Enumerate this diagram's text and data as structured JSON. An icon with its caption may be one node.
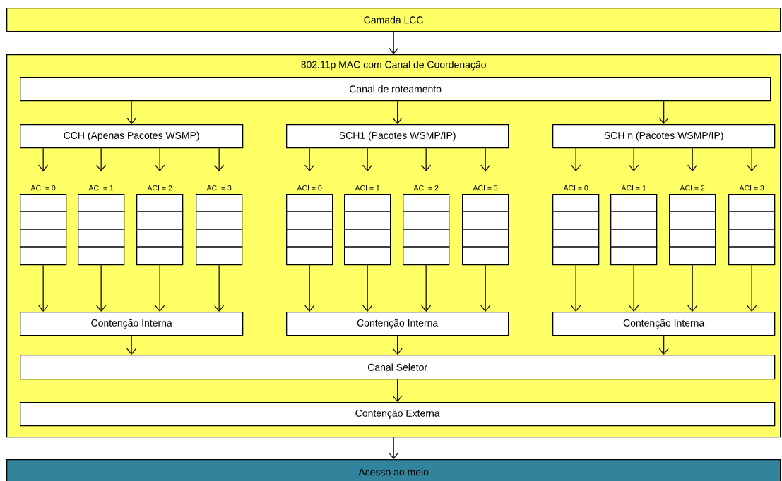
{
  "diagram": {
    "nodes": [
      {
        "text": [
          "Camada LCC"
        ]
      },
      {
        "text": [
          "802.11p MAC com Canal de Coordenação"
        ]
      },
      {
        "text": [
          "Canal de roteamento"
        ],
        "in": 1
      },
      {
        "text": [
          "CCH (Apenas Pacotes WSMP)"
        ],
        "in": 1
      },
      {
        "text": [
          "SCH1 (Pacotes WSMP/IP)"
        ],
        "in": 1
      },
      {
        "text": [
          "SCH n (Pacotes WSMP/IP)"
        ],
        "in": 1
      },
      {
        "text": [],
        "shape": "box",
        "beside": [
          "ACI = 0"
        ],
        "in": 1
      },
      {
        "text": [],
        "shape": "box",
        "beside": [
          "ACI = 1"
        ],
        "in": 1
      },
      {
        "text": [],
        "shape": "box",
        "beside": [
          "ACI = 2"
        ],
        "in": 1
      },
      {
        "text": [],
        "shape": "box",
        "beside": [
          "ACI = 3"
        ],
        "in": 1
      },
      {
        "text": [],
        "shape": "box",
        "beside": [
          "ACI = 0"
        ],
        "in": 1
      },
      {
        "text": [],
        "shape": "box",
        "beside": [
          "ACI = 1"
        ],
        "in": 1
      },
      {
        "text": [],
        "shape": "box",
        "beside": [
          "ACI = 2"
        ],
        "in": 1
      },
      {
        "text": [],
        "shape": "box",
        "beside": [
          "ACI = 3"
        ],
        "in": 1
      },
      {
        "text": [],
        "shape": "box",
        "beside": [
          "ACI = 0"
        ],
        "in": 1
      },
      {
        "text": [],
        "shape": "box",
        "beside": [
          "ACI = 1"
        ],
        "in": 1
      },
      {
        "text": [],
        "shape": "box",
        "beside": [
          "ACI = 2"
        ],
        "in": 1
      },
      {
        "text": [],
        "shape": "box",
        "beside": [
          "ACI = 3"
        ],
        "in": 1
      },
      {
        "text": [
          "Contenção Interna"
        ],
        "in": 1
      },
      {
        "text": [
          "Contenção Interna"
        ],
        "in": 1
      },
      {
        "text": [
          "Contenção Interna"
        ],
        "in": 1
      },
      {
        "text": [
          "Canal Seletor"
        ],
        "in": 1
      },
      {
        "text": [
          "Contenção Externa"
        ],
        "in": 1
      },
      {
        "text": [
          "Acesso ao meio"
        ]
      }
    ],
    "edges": [
      {
        "from": 0,
        "to": 1,
        "arrow": "to"
      },
      {
        "from": 2,
        "to": 3,
        "arrow": "to"
      },
      {
        "from": 2,
        "to": 4,
        "arrow": "to"
      },
      {
        "from": 2,
        "to": 5,
        "arrow": "to"
      },
      {
        "from": 3,
        "to": 6,
        "arrow": "to"
      },
      {
        "from": 3,
        "to": 7,
        "arrow": "to"
      },
      {
        "from": 3,
        "to": 8,
        "arrow": "to"
      },
      {
        "from": 3,
        "to": 9,
        "arrow": "to"
      },
      {
        "from": 4,
        "to": 10,
        "arrow": "to"
      },
      {
        "from": 4,
        "to": 11,
        "arrow": "to"
      },
      {
        "from": 4,
        "to": 12,
        "arrow": "to"
      },
      {
        "from": 4,
        "to": 13,
        "arrow": "to"
      },
      {
        "from": 5,
        "to": 14,
        "arrow": "to"
      },
      {
        "from": 5,
        "to": 15,
        "arrow": "to"
      },
      {
        "from": 5,
        "to": 16,
        "arrow": "to"
      },
      {
        "from": 5,
        "to": 17,
        "arrow": "to"
      },
      {
        "from": 6,
        "to": 18,
        "arrow": "to"
      },
      {
        "from": 7,
        "to": 18,
        "arrow": "to"
      },
      {
        "from": 8,
        "to": 18,
        "arrow": "to"
      },
      {
        "from": 9,
        "to": 18,
        "arrow": "to"
      },
      {
        "from": 10,
        "to": 19,
        "arrow": "to"
      },
      {
        "from": 11,
        "to": 19,
        "arrow": "to"
      },
      {
        "from": 12,
        "to": 19,
        "arrow": "to"
      },
      {
        "from": 13,
        "to": 19,
        "arrow": "to"
      },
      {
        "from": 14,
        "to": 20,
        "arrow": "to"
      },
      {
        "from": 15,
        "to": 20,
        "arrow": "to"
      },
      {
        "from": 16,
        "to": 20,
        "arrow": "to"
      },
      {
        "from": 17,
        "to": 20,
        "arrow": "to"
      },
      {
        "from": 18,
        "to": 21,
        "arrow": "to"
      },
      {
        "from": 19,
        "to": 21,
        "arrow": "to"
      },
      {
        "from": 20,
        "to": 21,
        "arrow": "to"
      },
      {
        "from": 21,
        "to": 22,
        "arrow": "to"
      },
      {
        "from": 1,
        "to": 23,
        "arrow": "to"
      }
    ]
  }
}
